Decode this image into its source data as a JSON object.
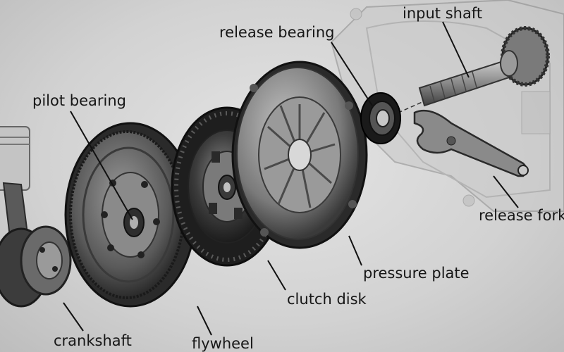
{
  "labels": {
    "input_shaft": "input shaft",
    "release_bearing": "release bearing",
    "pilot_bearing": "pilot bearing",
    "release_fork": "release fork",
    "pressure_plate": "pressure plate",
    "clutch_disk": "clutch disk",
    "crankshaft": "crankshaft",
    "flywheel": "flywheel"
  },
  "colors": {
    "background": "#d6d6d6",
    "metal_dark": "#2a2a2a",
    "metal_mid": "#6e6e6e",
    "metal_light": "#bcbcbc",
    "leader_line": "#111111"
  }
}
